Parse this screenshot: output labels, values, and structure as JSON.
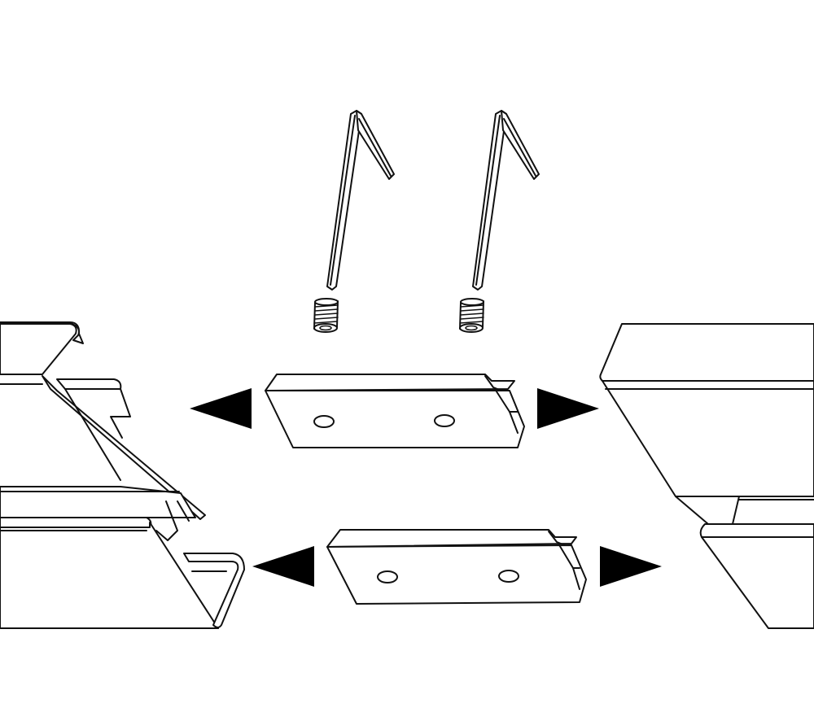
{
  "diagram": {
    "type": "assembly-illustration",
    "parts": [
      "left-rail-profile",
      "right-rail-profile",
      "upper-connector-plate",
      "lower-connector-plate",
      "hex-key",
      "threaded-grub-screw"
    ],
    "counts": {
      "connector_plates": 2,
      "hex_keys": 2,
      "grub_screws": 2,
      "arrows": 4
    },
    "colors": {
      "line": "#111111",
      "fill": "#ffffff",
      "arrow": "#000000"
    }
  }
}
